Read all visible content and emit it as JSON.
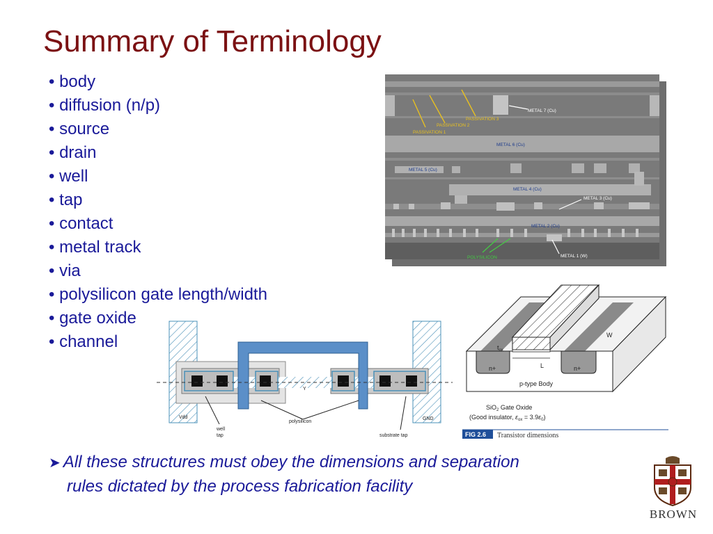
{
  "slide": {
    "title": "Summary of Terminology",
    "bullets": [
      "body",
      "diffusion (n/p)",
      "source",
      "drain",
      "well",
      "tap",
      "contact",
      "metal track",
      "via",
      "polysilicon gate length/width",
      "gate oxide",
      "channel"
    ],
    "note_line1": "All these structures must obey the dimensions and separation",
    "note_line2": "rules dictated by the process fabrication facility",
    "brand": "BROWN"
  },
  "sem_image": {
    "labels": {
      "metal7": "METAL 7 (Cu)",
      "passivation3": "PASSIVATION 3",
      "passivation2": "PASSIVATION 2",
      "passivation1": "PASSIVATION 1",
      "metal6": "METAL 6 (Cu)",
      "metal5": "METAL 5 (Cu)",
      "metal4": "METAL 4 (Cu)",
      "metal3": "METAL 3 (Cu)",
      "metal2": "METAL 2 (Cu)",
      "metal1": "METAL 1 (W)",
      "polysilicon": "POLYSILICON"
    }
  },
  "layout_diagram": {
    "vdd": "Vdd",
    "gnd": "GND",
    "y": "Y",
    "well_tap_1": "well",
    "well_tap_2": "tap",
    "polysilicon": "polysilicon",
    "substrate_tap": "substrate tap"
  },
  "transistor_diagram": {
    "w": "W",
    "l": "L",
    "tox": "t",
    "tox_sub": "ox",
    "n_left": "n+",
    "n_right": "n+",
    "body": "p-type Body",
    "oxide_1": "SiO",
    "oxide_1_sub": "2",
    "oxide_1_rest": " Gate Oxide",
    "oxide_2_pre": "(Good insulator, ",
    "oxide_2_eps": "ε",
    "oxide_2_sub": "ox",
    "oxide_2_mid": " = 3.9",
    "oxide_2_eps0": "ε",
    "oxide_2_sub0": "0",
    "oxide_2_end": ")",
    "fig_tag": "FIG 2.6",
    "fig_caption": "Transistor dimensions"
  }
}
